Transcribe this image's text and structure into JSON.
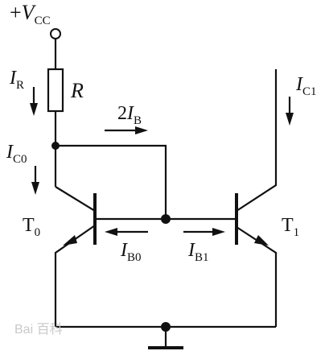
{
  "supply": {
    "sign": "+",
    "symbol": "V",
    "subscript": "CC"
  },
  "resistor": {
    "name": "R"
  },
  "currents": {
    "ir": {
      "symbol": "I",
      "subscript": "R"
    },
    "ic0": {
      "symbol": "I",
      "subscript": "C0"
    },
    "ic1": {
      "symbol": "I",
      "subscript": "C1"
    },
    "ib2": {
      "prefix": "2",
      "symbol": "I",
      "subscript": "B"
    },
    "ib0": {
      "symbol": "I",
      "subscript": "B0"
    },
    "ib1": {
      "symbol": "I",
      "subscript": "B1"
    }
  },
  "transistors": {
    "t0": {
      "symbol": "T",
      "subscript": "0"
    },
    "t1": {
      "symbol": "T",
      "subscript": "1"
    }
  },
  "watermark": {
    "text": "Bai 百科"
  }
}
